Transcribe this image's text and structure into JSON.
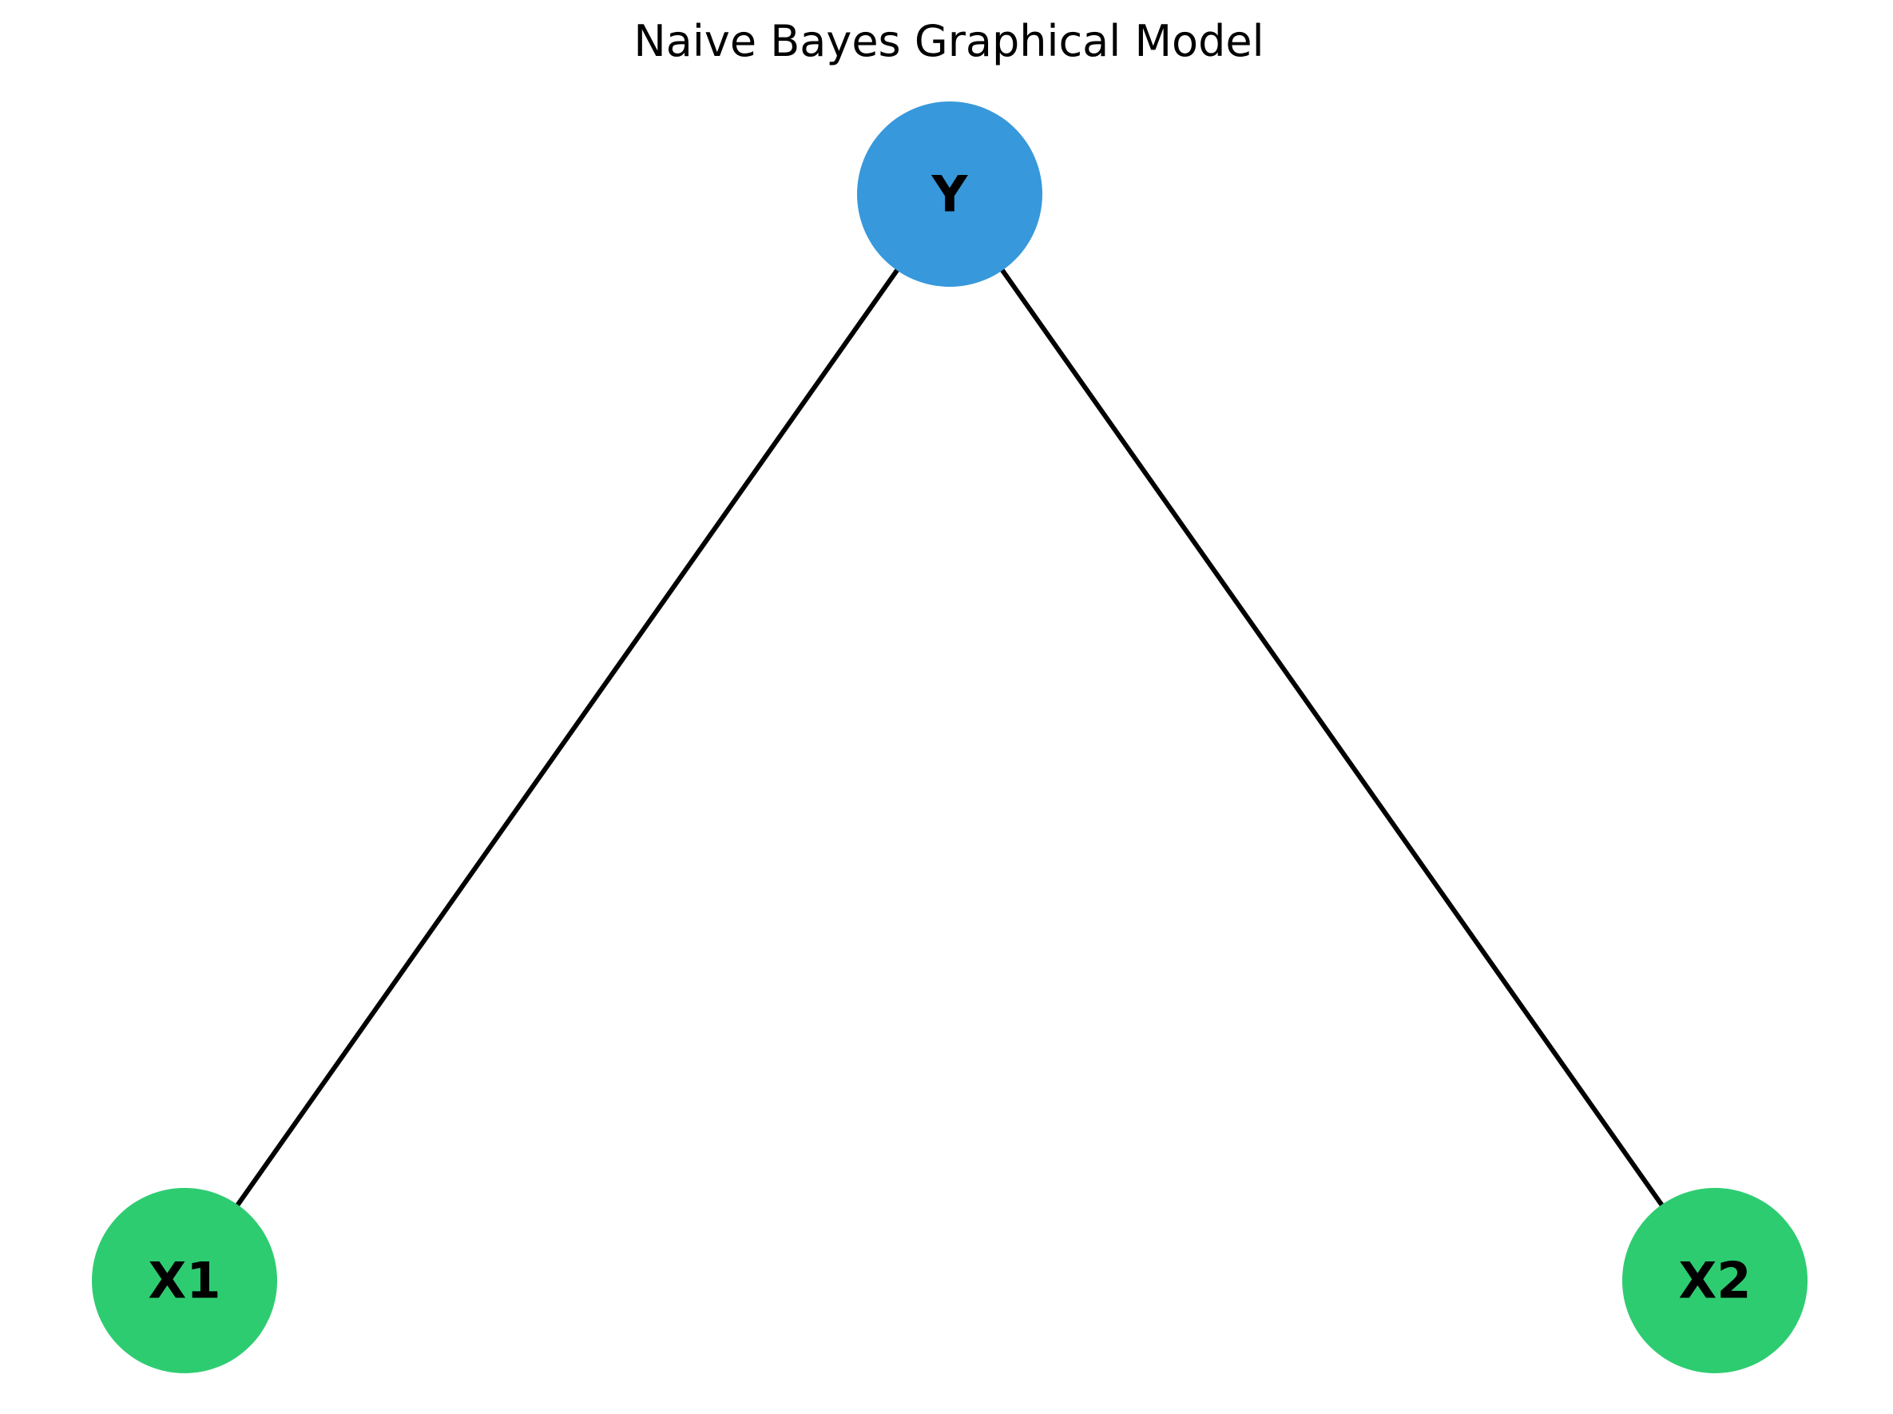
{
  "diagram": {
    "title": "Naive Bayes Graphical Model",
    "nodes": [
      {
        "id": "Y",
        "label": "Y",
        "color": "#3798db"
      },
      {
        "id": "X1",
        "label": "X1",
        "color": "#2ecc71"
      },
      {
        "id": "X2",
        "label": "X2",
        "color": "#2ecc71"
      }
    ],
    "edges": [
      {
        "from": "Y",
        "to": "X1"
      },
      {
        "from": "Y",
        "to": "X2"
      }
    ]
  }
}
